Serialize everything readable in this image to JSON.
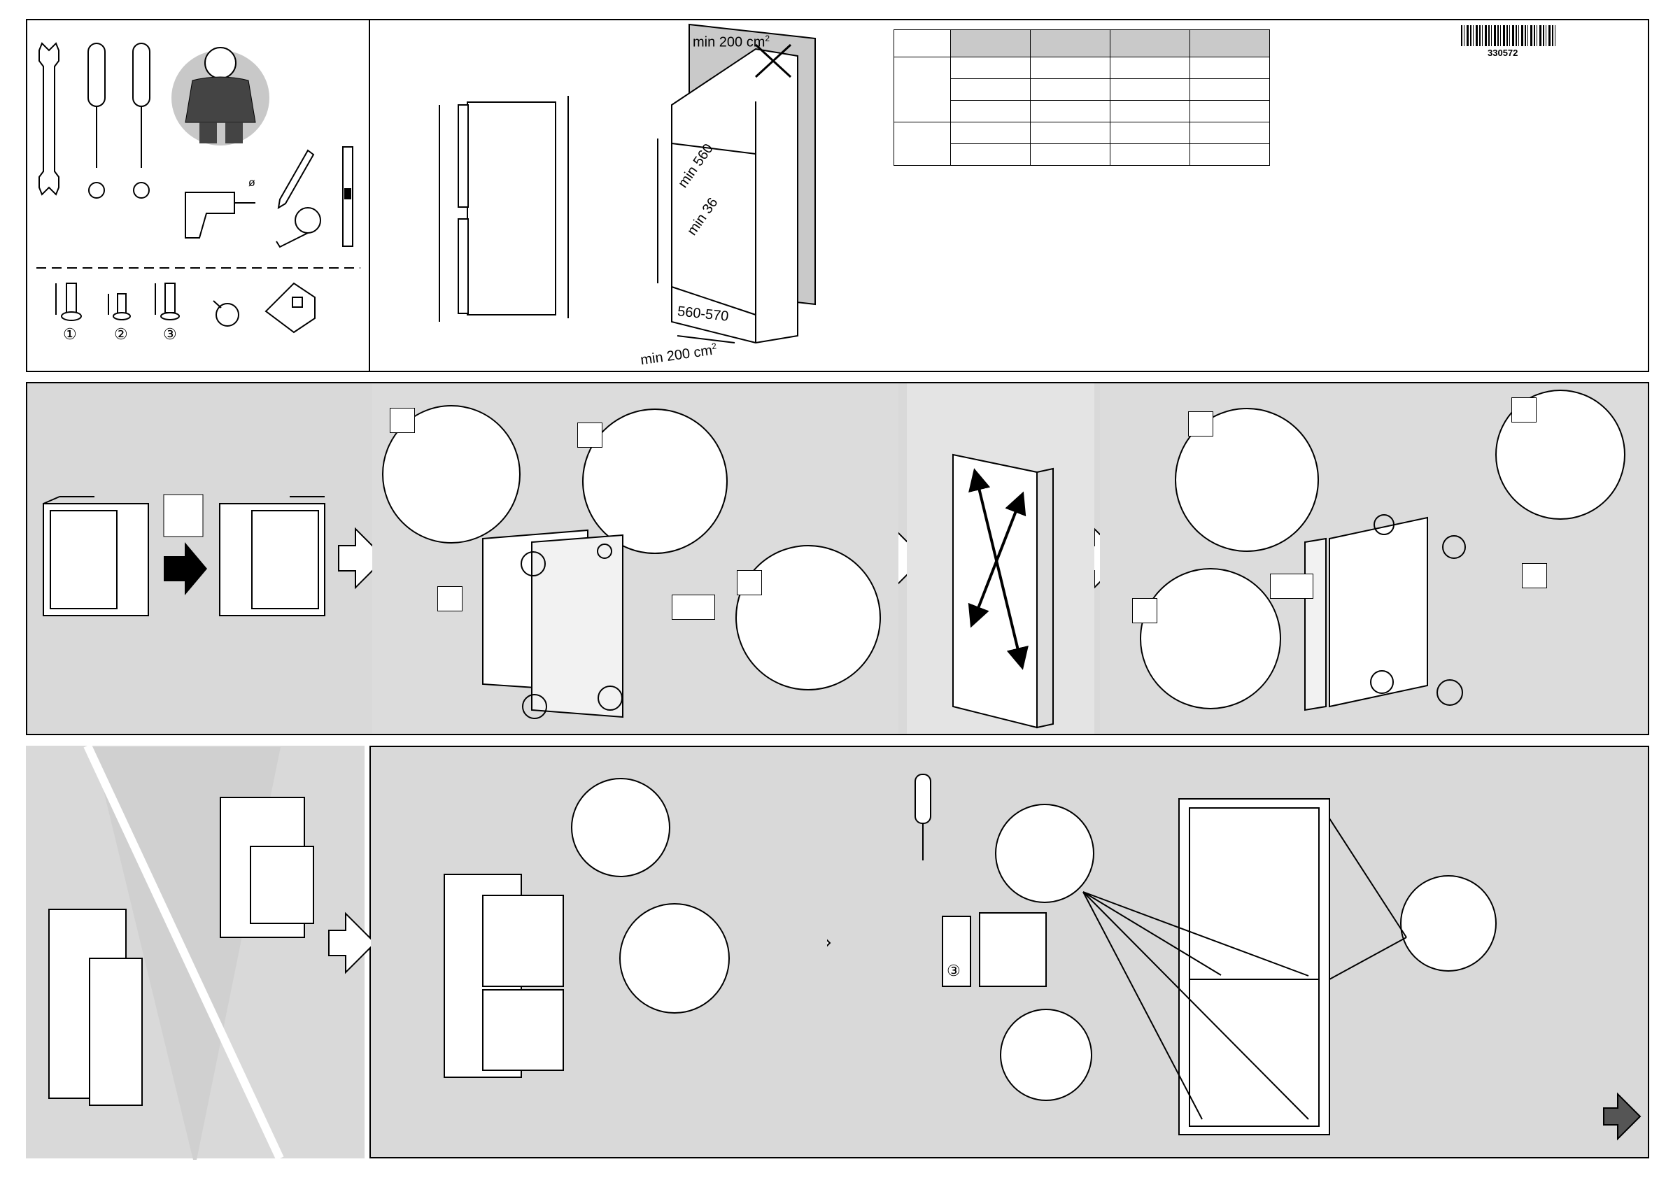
{
  "document": {
    "barcode_number": "330572"
  },
  "niche": {
    "vent_top": "min 200 cm",
    "vent_top_sup": "2",
    "vent_bottom": "min 200 cm",
    "vent_bottom_sup": "2",
    "depth_min": "min 560",
    "gap_min": "min 36",
    "width_range": "560-570"
  },
  "screws": {
    "labels": [
      "①",
      "②",
      "③"
    ]
  },
  "colors": {
    "panel_grey": "#d9d9d9",
    "table_header_grey": "#c9c9c9",
    "line": "#000000"
  },
  "icons": [
    "wrench-icon",
    "screwdriver-icon",
    "drill-icon",
    "pencil-icon",
    "tape-measure-icon",
    "spirit-level-icon",
    "technician-icon",
    "next-page-arrow-icon"
  ],
  "final": {
    "screw_label": "③"
  }
}
